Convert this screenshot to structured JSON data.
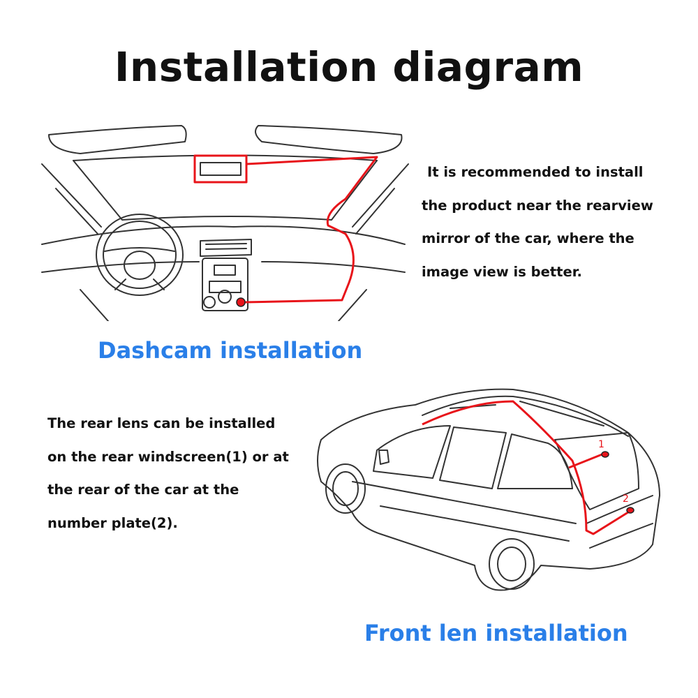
{
  "title": "Installation diagram",
  "dashcam": {
    "description": [
      "It is recommended to install",
      "the product near the rearview",
      "mirror of the car, where the",
      "image view is better."
    ],
    "caption": "Dashcam installation"
  },
  "rear": {
    "description": [
      "The rear lens can be installed",
      "on the rear windscreen(1) or at",
      "the rear of the car at the",
      "number plate(2)."
    ],
    "caption": "Front len installation",
    "markers": [
      "1",
      "2"
    ]
  },
  "colors": {
    "accent": "#2a7fe8",
    "cable": "#e8141a",
    "text": "#111111"
  }
}
